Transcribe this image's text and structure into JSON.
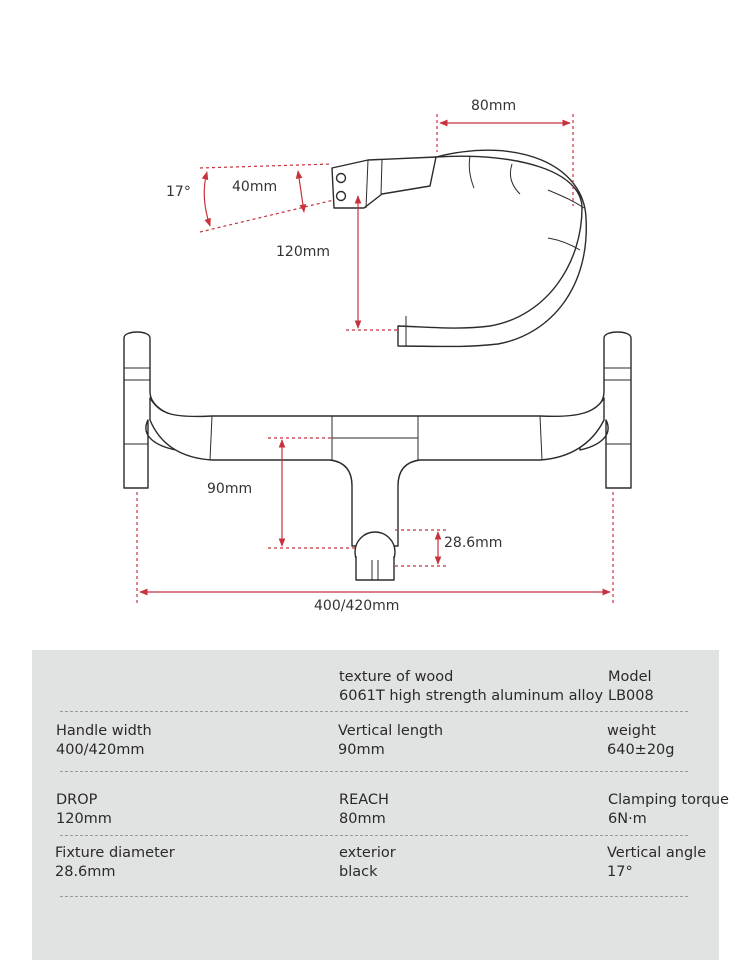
{
  "colors": {
    "dimension": "#c8323c",
    "outline": "#2b2b2b",
    "panel": "#e1e2e2"
  },
  "dimensions": {
    "reach": "80mm",
    "angle": "17°",
    "stem_height": "40mm",
    "drop": "120mm",
    "vertical_length": "90mm",
    "clamp_diameter": "28.6mm",
    "width": "400/420mm"
  },
  "specs": [
    [
      {
        "label": "",
        "value": ""
      },
      {
        "label": "texture of wood",
        "value": "6061T high strength aluminum alloy"
      },
      {
        "label": "Model",
        "value": "LB008"
      }
    ],
    [
      {
        "label": "Handle width",
        "value": "400/420mm"
      },
      {
        "label": "Vertical length",
        "value": "90mm"
      },
      {
        "label": "weight",
        "value": "640±20g"
      }
    ],
    [
      {
        "label": "DROP",
        "value": "120mm"
      },
      {
        "label": "REACH",
        "value": "80mm"
      },
      {
        "label": "Clamping torque",
        "value": "6N·m"
      }
    ],
    [
      {
        "label": "Fixture diameter",
        "value": "28.6mm"
      },
      {
        "label": "exterior",
        "value": "black"
      },
      {
        "label": "Vertical angle",
        "value": "17°"
      }
    ]
  ]
}
